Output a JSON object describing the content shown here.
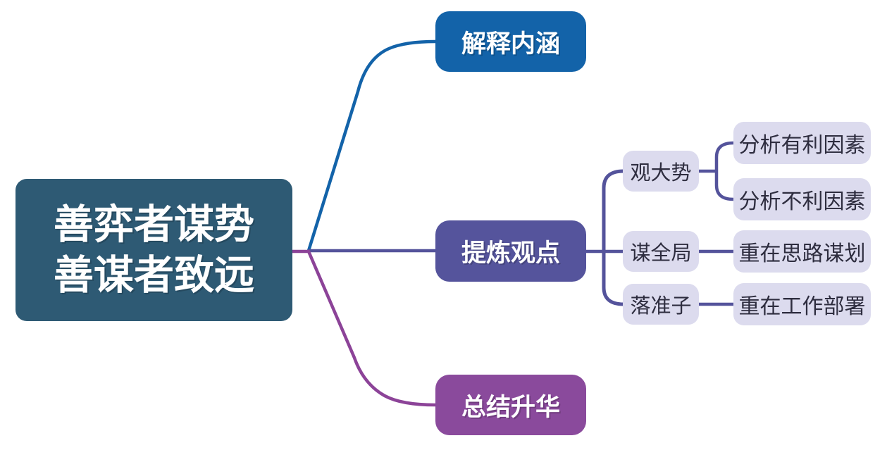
{
  "palette": {
    "root_bg": "#2E5A74",
    "branch_explain_bg": "#1363A9",
    "branch_refine_bg": "#55549C",
    "branch_conclude_bg": "#8A4A9C",
    "leaf_bg": "#DCDBEE",
    "leaf_text": "#2E2D3F",
    "line_blue": "#1363A9",
    "line_indigo": "#54539B",
    "line_magenta": "#8C4398",
    "text_on_dark": "#FFFFFF",
    "canvas_bg": "#FFFFFF"
  },
  "mindmap": {
    "root": {
      "lines": [
        "善弈者谋势",
        "善谋者致远"
      ]
    },
    "branches": [
      {
        "label": "解释内涵",
        "children": []
      },
      {
        "label": "提炼观点",
        "children": [
          {
            "label": "观大势",
            "children": [
              {
                "label": "分析有利因素"
              },
              {
                "label": "分析不利因素"
              }
            ]
          },
          {
            "label": "谋全局",
            "children": [
              {
                "label": "重在思路谋划"
              }
            ]
          },
          {
            "label": "落准子",
            "children": [
              {
                "label": "重在工作部署"
              }
            ]
          }
        ]
      },
      {
        "label": "总结升华",
        "children": []
      }
    ]
  }
}
